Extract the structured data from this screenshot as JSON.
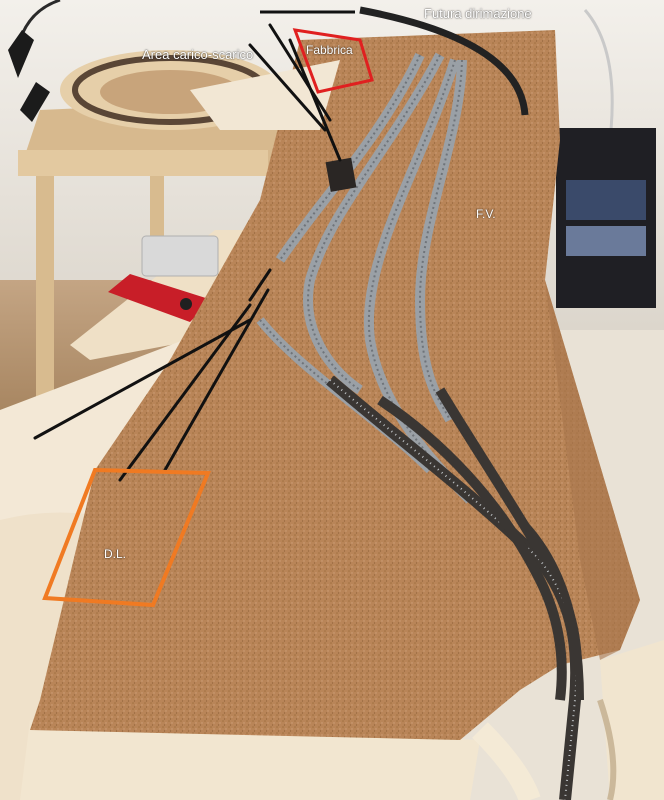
{
  "annotations": {
    "futura_dirimazione": "Futura dirimazione",
    "area_carico_scarico": "Area carico-scarico",
    "fabbrica": "Fabbrica",
    "fv": "F.V.",
    "dl": "D.L."
  },
  "colors": {
    "cork": "#b98558",
    "cork_dark": "#9a6b44",
    "wood_light": "#f1e6d2",
    "wood_mid": "#dcc4a0",
    "wall": "#ece8e1",
    "floor": "#b59674",
    "rail_gray": "#9aa0a6",
    "rail_dark": "#3a3633",
    "annotation_line": "#111111",
    "fabbrica_outline": "#e02020",
    "dl_outline": "#f07a22"
  }
}
